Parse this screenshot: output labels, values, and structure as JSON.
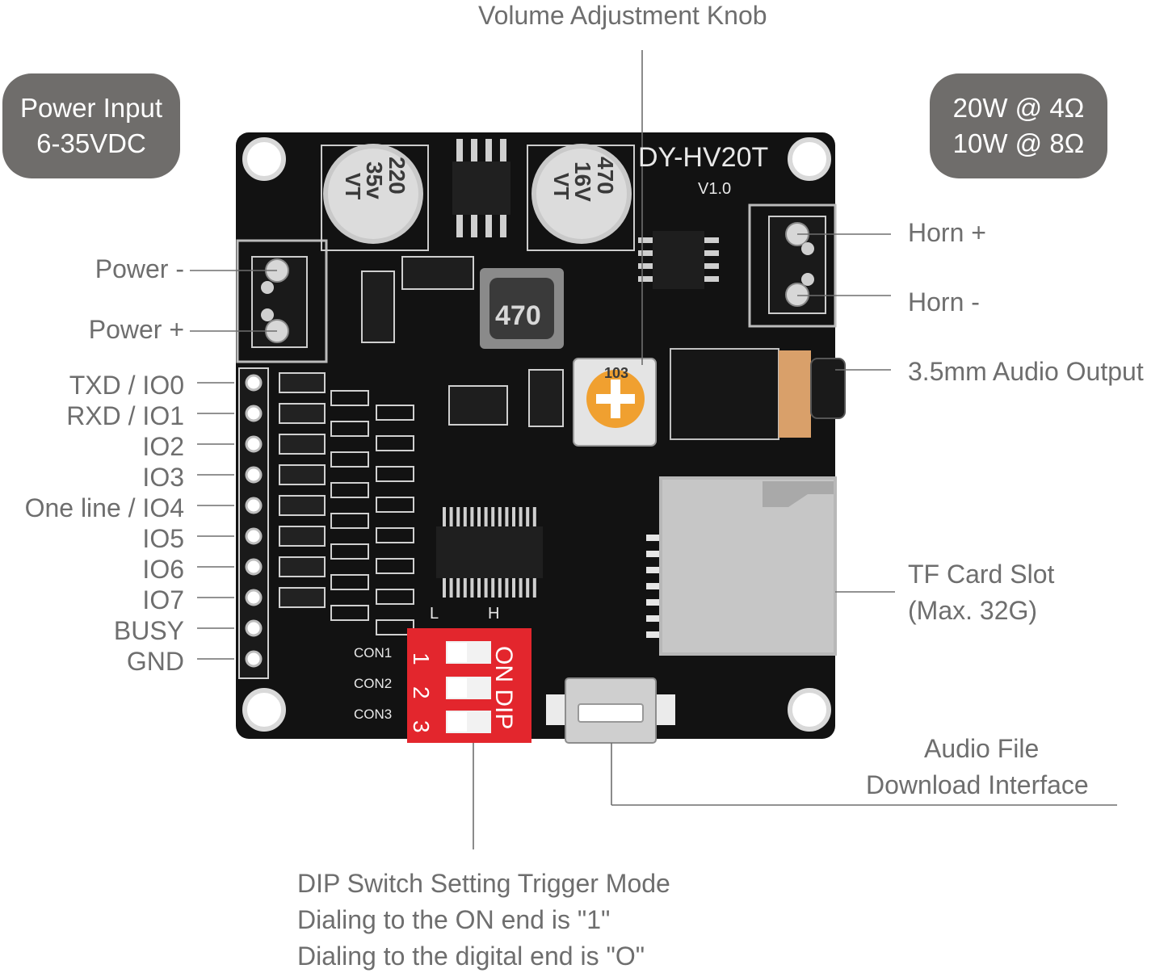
{
  "callouts": {
    "volume_knob": "Volume Adjustment Knob",
    "power_input_line1": "Power Input",
    "power_input_line2": "6-35VDC",
    "power_rating_line1": "20W @ 4Ω",
    "power_rating_line2": "10W @ 8Ω",
    "power_minus": "Power -",
    "power_plus": "Power +",
    "horn_plus": "Horn +",
    "horn_minus": "Horn -",
    "audio_output": "3.5mm Audio Output",
    "tf_slot_line1": "TF Card Slot",
    "tf_slot_line2": "(Max. 32G)",
    "download_line1": "Audio File",
    "download_line2": "Download Interface",
    "dip_line1": "DIP Switch Setting Trigger Mode",
    "dip_line2": "Dialing to the ON end is \"1\"",
    "dip_line3": "Dialing to the digital end is \"O\""
  },
  "pins": [
    "TXD / IO0",
    "RXD / IO1",
    "IO2",
    "IO3",
    "One line / IO4",
    "IO5",
    "IO6",
    "IO7",
    "BUSY",
    "GND"
  ],
  "board": {
    "model": "DY-HV20T",
    "version": "V1.0",
    "cap_left_line1": "220",
    "cap_left_line2": "35v",
    "cap_left_line3": "VT",
    "cap_right_line1": "470",
    "cap_right_line2": "16V",
    "cap_right_line3": "VT",
    "inductor": "470",
    "pot": "103",
    "dip_header_l": "L",
    "dip_header_h": "H",
    "dip_text": "ON DIP",
    "dip_1": "1",
    "dip_2": "2",
    "dip_3": "3",
    "con1": "CON1",
    "con2": "CON2",
    "con3": "CON3"
  },
  "colors": {
    "pcb": "#121212",
    "badge": "#6f6d6b",
    "dip_red": "#e3262d",
    "silk": "#e8e8e8",
    "label": "#6e6e6e"
  }
}
